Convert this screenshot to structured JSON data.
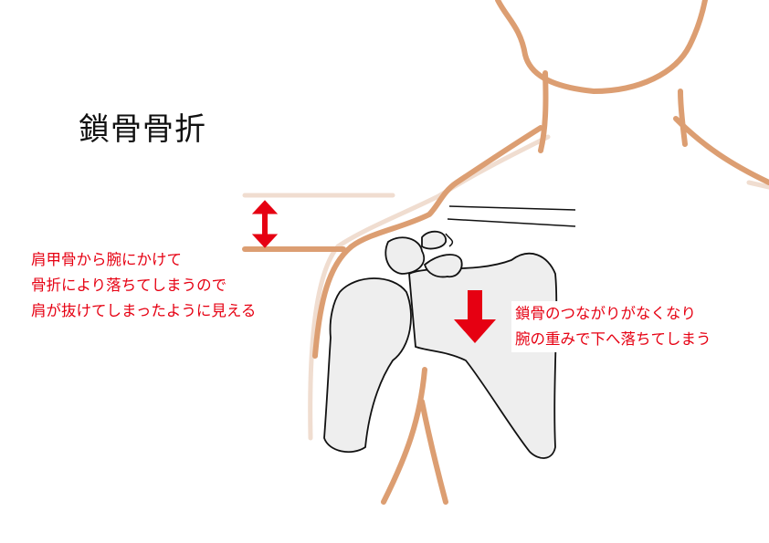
{
  "title": "鎖骨骨折",
  "annotations": {
    "left": [
      "肩甲骨から腕にかけて",
      "骨折により落ちてしまうので",
      "肩が抜けてしまったように見える"
    ],
    "right": [
      "鎖骨のつながりがなくなり",
      "腕の重みで下へ落ちてしまう"
    ]
  },
  "colors": {
    "skin_outline": "#dc9e72",
    "skin_faint": "#f0ddd0",
    "arrow": "#e60012",
    "bone_fill": "#eeeeee",
    "bone_outline": "#111111"
  }
}
